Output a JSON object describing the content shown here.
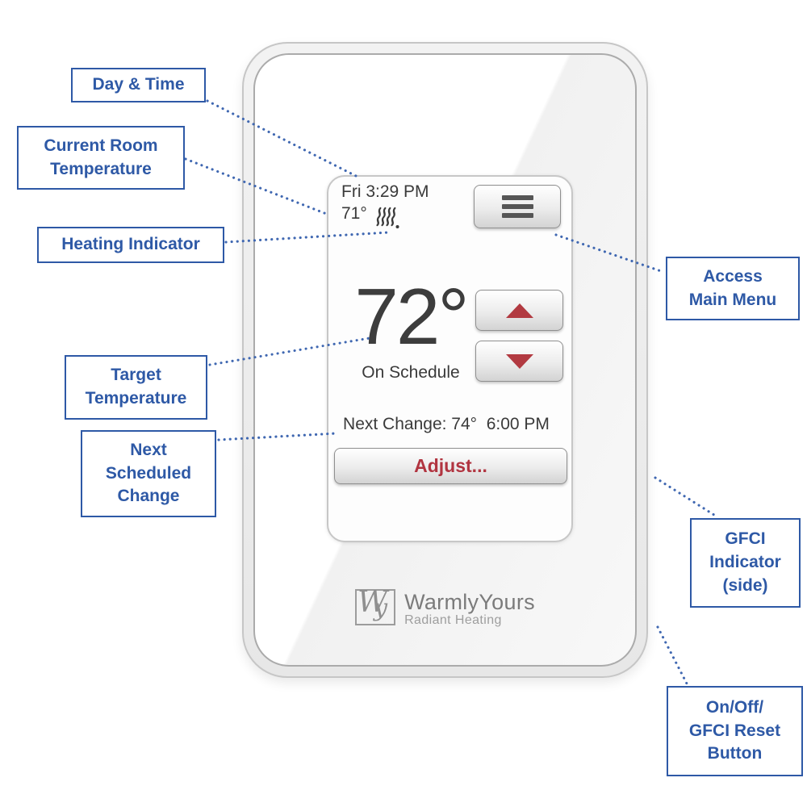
{
  "device": {
    "screen": {
      "day_time": "Fri 3:29 PM",
      "current_temperature": "71°",
      "target_temperature": "72°",
      "mode_label": "On Schedule",
      "next_change": "Next Change: 74°  6:00 PM",
      "adjust_button": "Adjust..."
    },
    "logo": {
      "monogram_w": "W",
      "monogram_y": "y",
      "brand_name": "WarmlyYours",
      "tagline": "Radiant Heating"
    }
  },
  "callouts": {
    "day_time": "Day & Time",
    "current_room_temperature": "Current Room\nTemperature",
    "heating_indicator": "Heating Indicator",
    "access_main_menu": "Access\nMain Menu",
    "target_temperature": "Target\nTemperature",
    "next_scheduled_change": "Next\nScheduled\nChange",
    "gfci_indicator": "GFCI\nIndicator\n(side)",
    "on_off_gfci_reset": "On/Off/\nGFCI Reset\nButton"
  },
  "colors": {
    "callout_blue": "#2e59a6",
    "leader_dots": "#3f67b1",
    "accent_red": "#b23a41",
    "screen_text": "#3a3a3a",
    "logo_gray": "#7b7b7b"
  }
}
